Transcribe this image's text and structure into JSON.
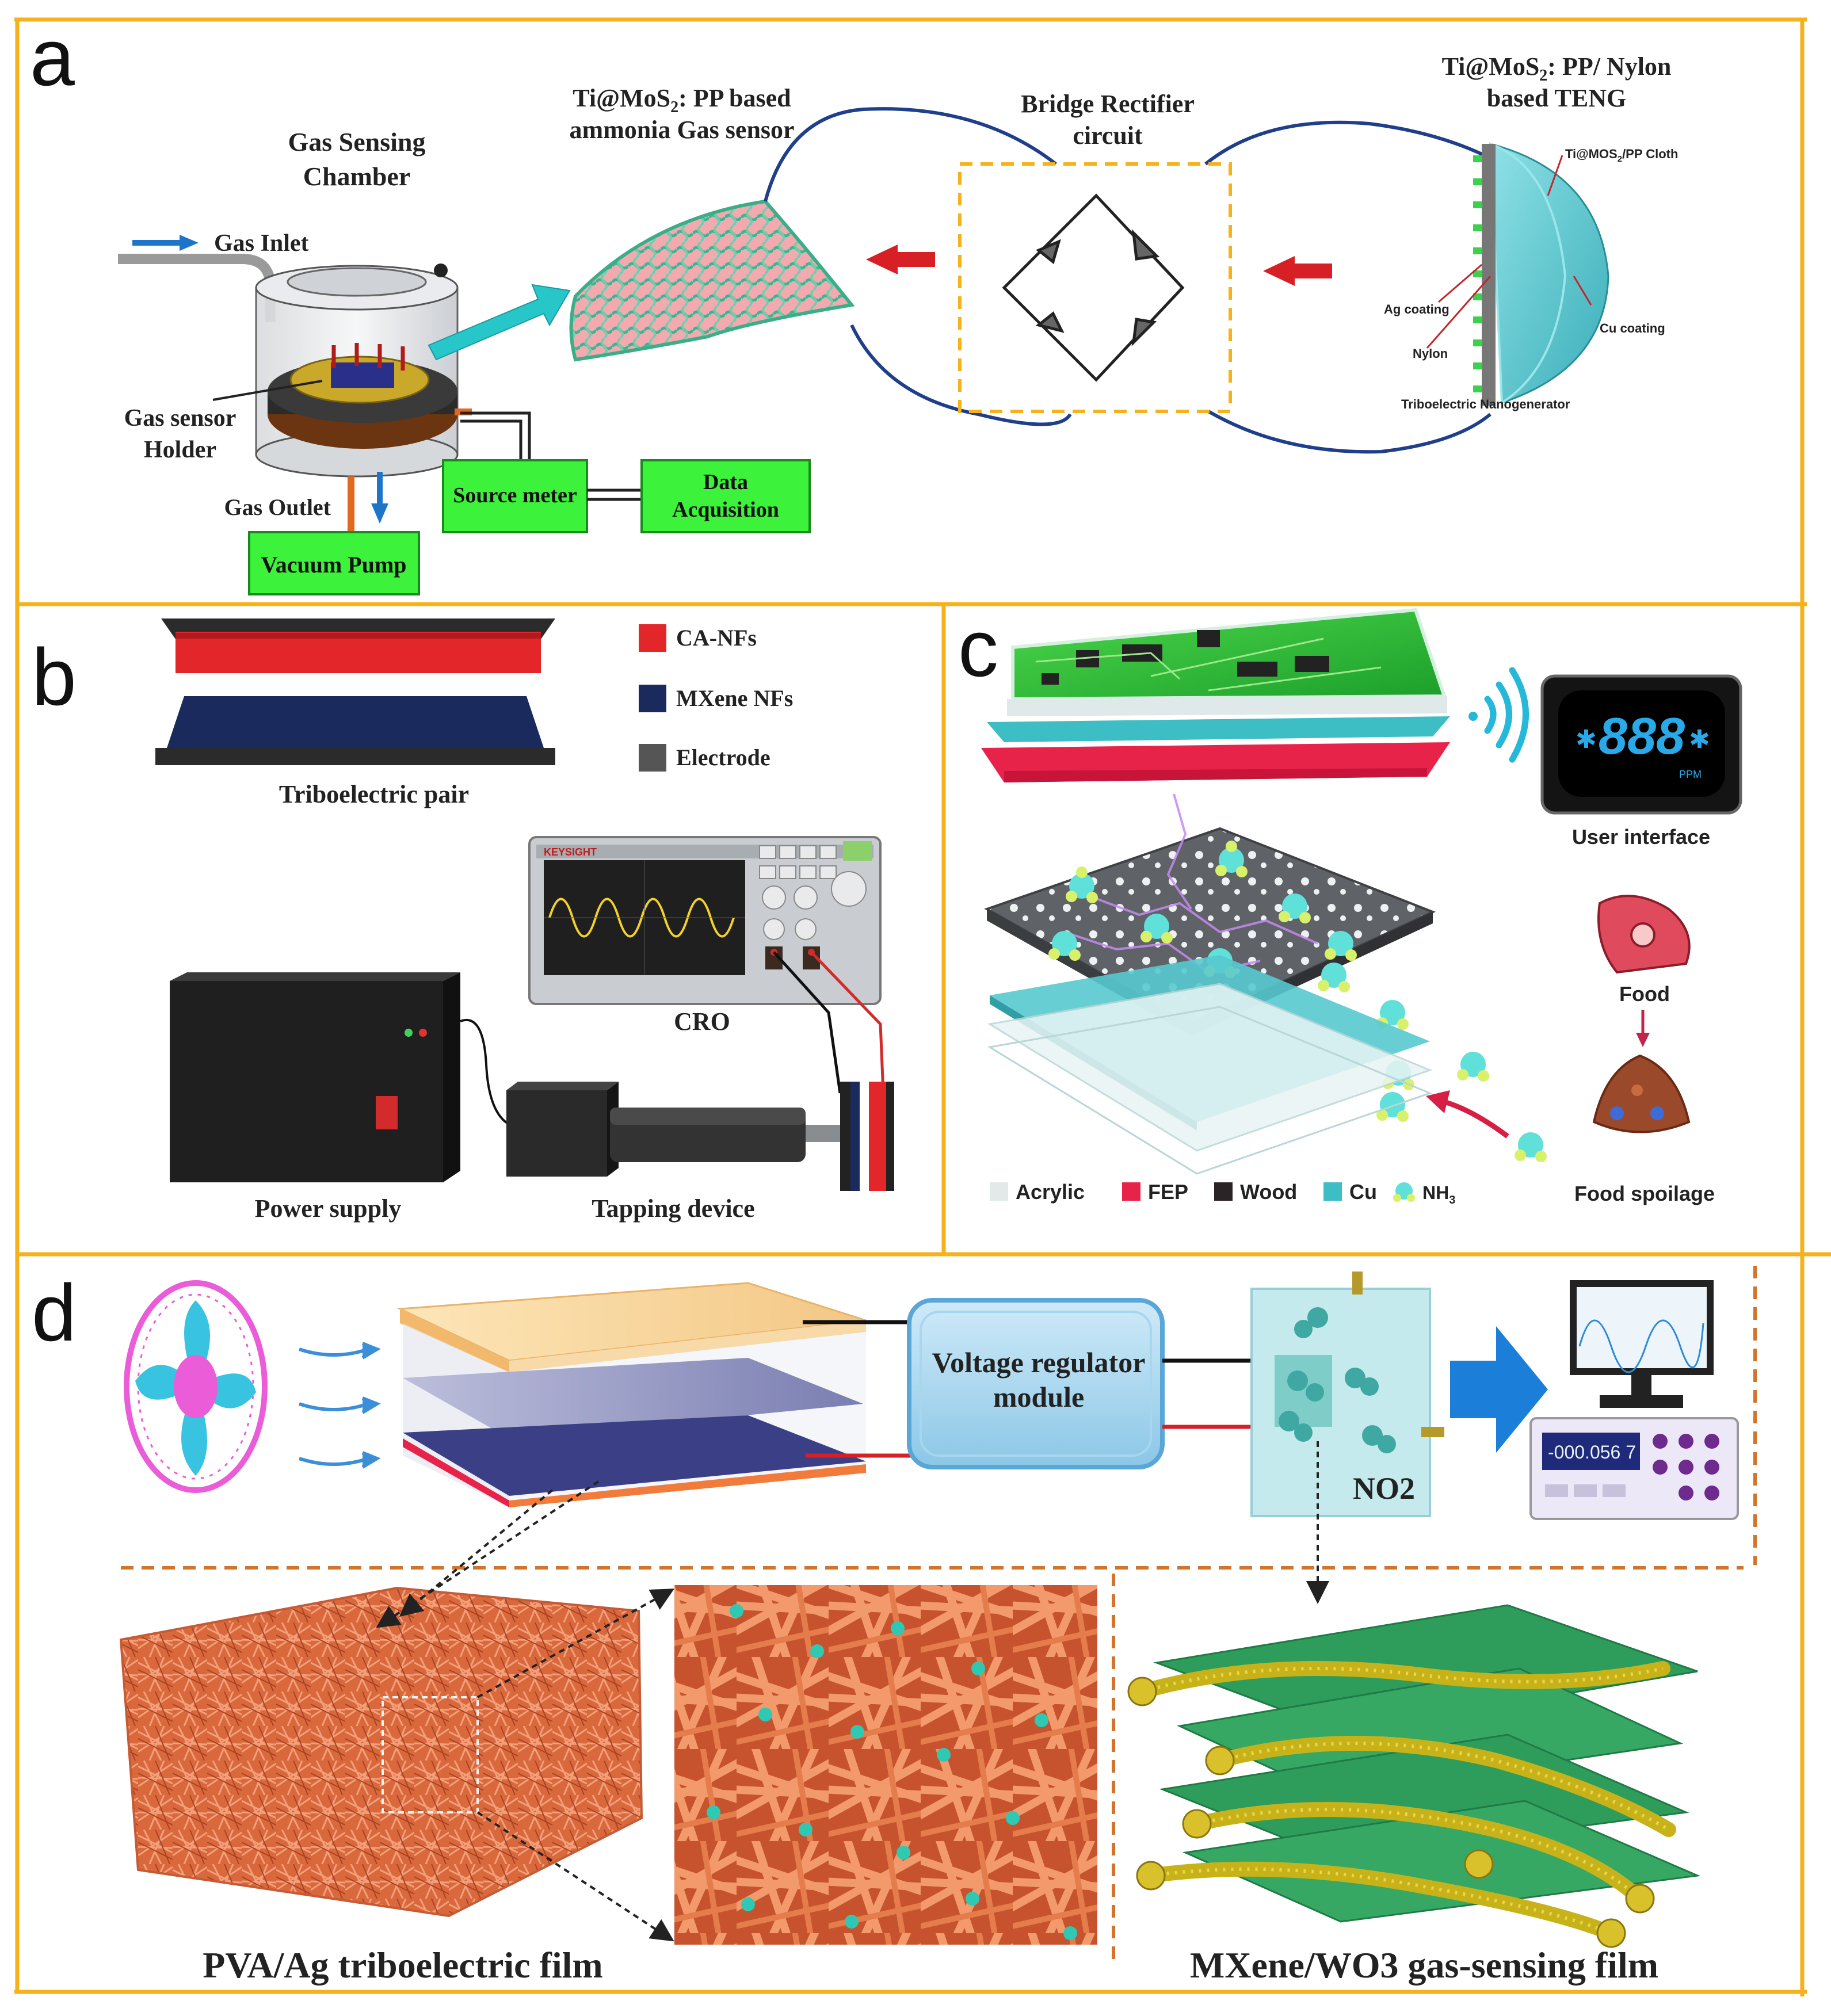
{
  "colors": {
    "frame": "#f5b21c",
    "green_box": "#3df23a",
    "wire_blue": "#1f3f8a",
    "arrow_red": "#d71f26",
    "cyan_arrow": "#27c6c8",
    "cu_teal": "#3dbdc4",
    "fep_red": "#e8234a",
    "mxene_navy": "#1a2a5c",
    "fiber_orange": "#e06a3a",
    "film_green": "#2e9c5a",
    "wo3_yellow": "#c8b21a"
  },
  "panel_a": {
    "letter": "a",
    "chamber_title_1": "Gas Sensing",
    "chamber_title_2": "Chamber",
    "gas_inlet": "Gas Inlet",
    "holder_1": "Gas sensor",
    "holder_2": "Holder",
    "gas_outlet": "Gas Outlet",
    "vacuum_pump": "Vacuum Pump",
    "source_meter": "Source meter",
    "data_acq_1": "Data",
    "data_acq_2": "Acquisition",
    "sensor_title_1": "Ti@MoS",
    "sensor_title_sub": "2",
    "sensor_title_2": ": PP based",
    "sensor_title_3": "ammonia Gas sensor",
    "bridge_1": "Bridge Rectifier",
    "bridge_2": "circuit",
    "teng_title_1": "Ti@MoS",
    "teng_title_sub": "2",
    "teng_title_2": ": PP/ Nylon",
    "teng_title_3": "based TENG",
    "teng_cloth": "Ti@MOS",
    "teng_cloth_sub": "2",
    "teng_cloth_2": "/PP Cloth",
    "ag_coating": "Ag coating",
    "cu_coating": "Cu coating",
    "nylon": "Nylon",
    "nanogenerator": "Triboelectric Nanogenerator"
  },
  "panel_b": {
    "letter": "b",
    "legend": [
      {
        "label": "CA-NFs",
        "color": "#e3262a"
      },
      {
        "label": "MXene NFs",
        "color": "#1a2a5c"
      },
      {
        "label": "Electrode",
        "color": "#555555"
      }
    ],
    "triboelectric_pair": "Triboelectric pair",
    "keysight": "KEYSIGHT",
    "cro": "CRO",
    "power_supply": "Power supply",
    "tapping_device": "Tapping device"
  },
  "panel_c": {
    "letter": "c",
    "display": "888",
    "ppm": "PPM",
    "user_interface": "User interface",
    "food": "Food",
    "food_spoilage": "Food spoilage",
    "legend": [
      {
        "label": "Acrylic",
        "color": "#e3e8e8"
      },
      {
        "label": "FEP",
        "color": "#e8234a"
      },
      {
        "label": "Wood",
        "color": "#2a2426"
      },
      {
        "label": "Cu",
        "color": "#3dbdc4"
      }
    ],
    "nh3": "NH",
    "nh3_sub": "3"
  },
  "panel_d": {
    "letter": "d",
    "voltage_1": "Voltage regulator",
    "voltage_2": "module",
    "no2": "NO2",
    "meter_readout": "-000.056 7",
    "pva_label": "PVA/Ag triboelectric film",
    "mxene_label": "MXene/WO3 gas-sensing film"
  }
}
